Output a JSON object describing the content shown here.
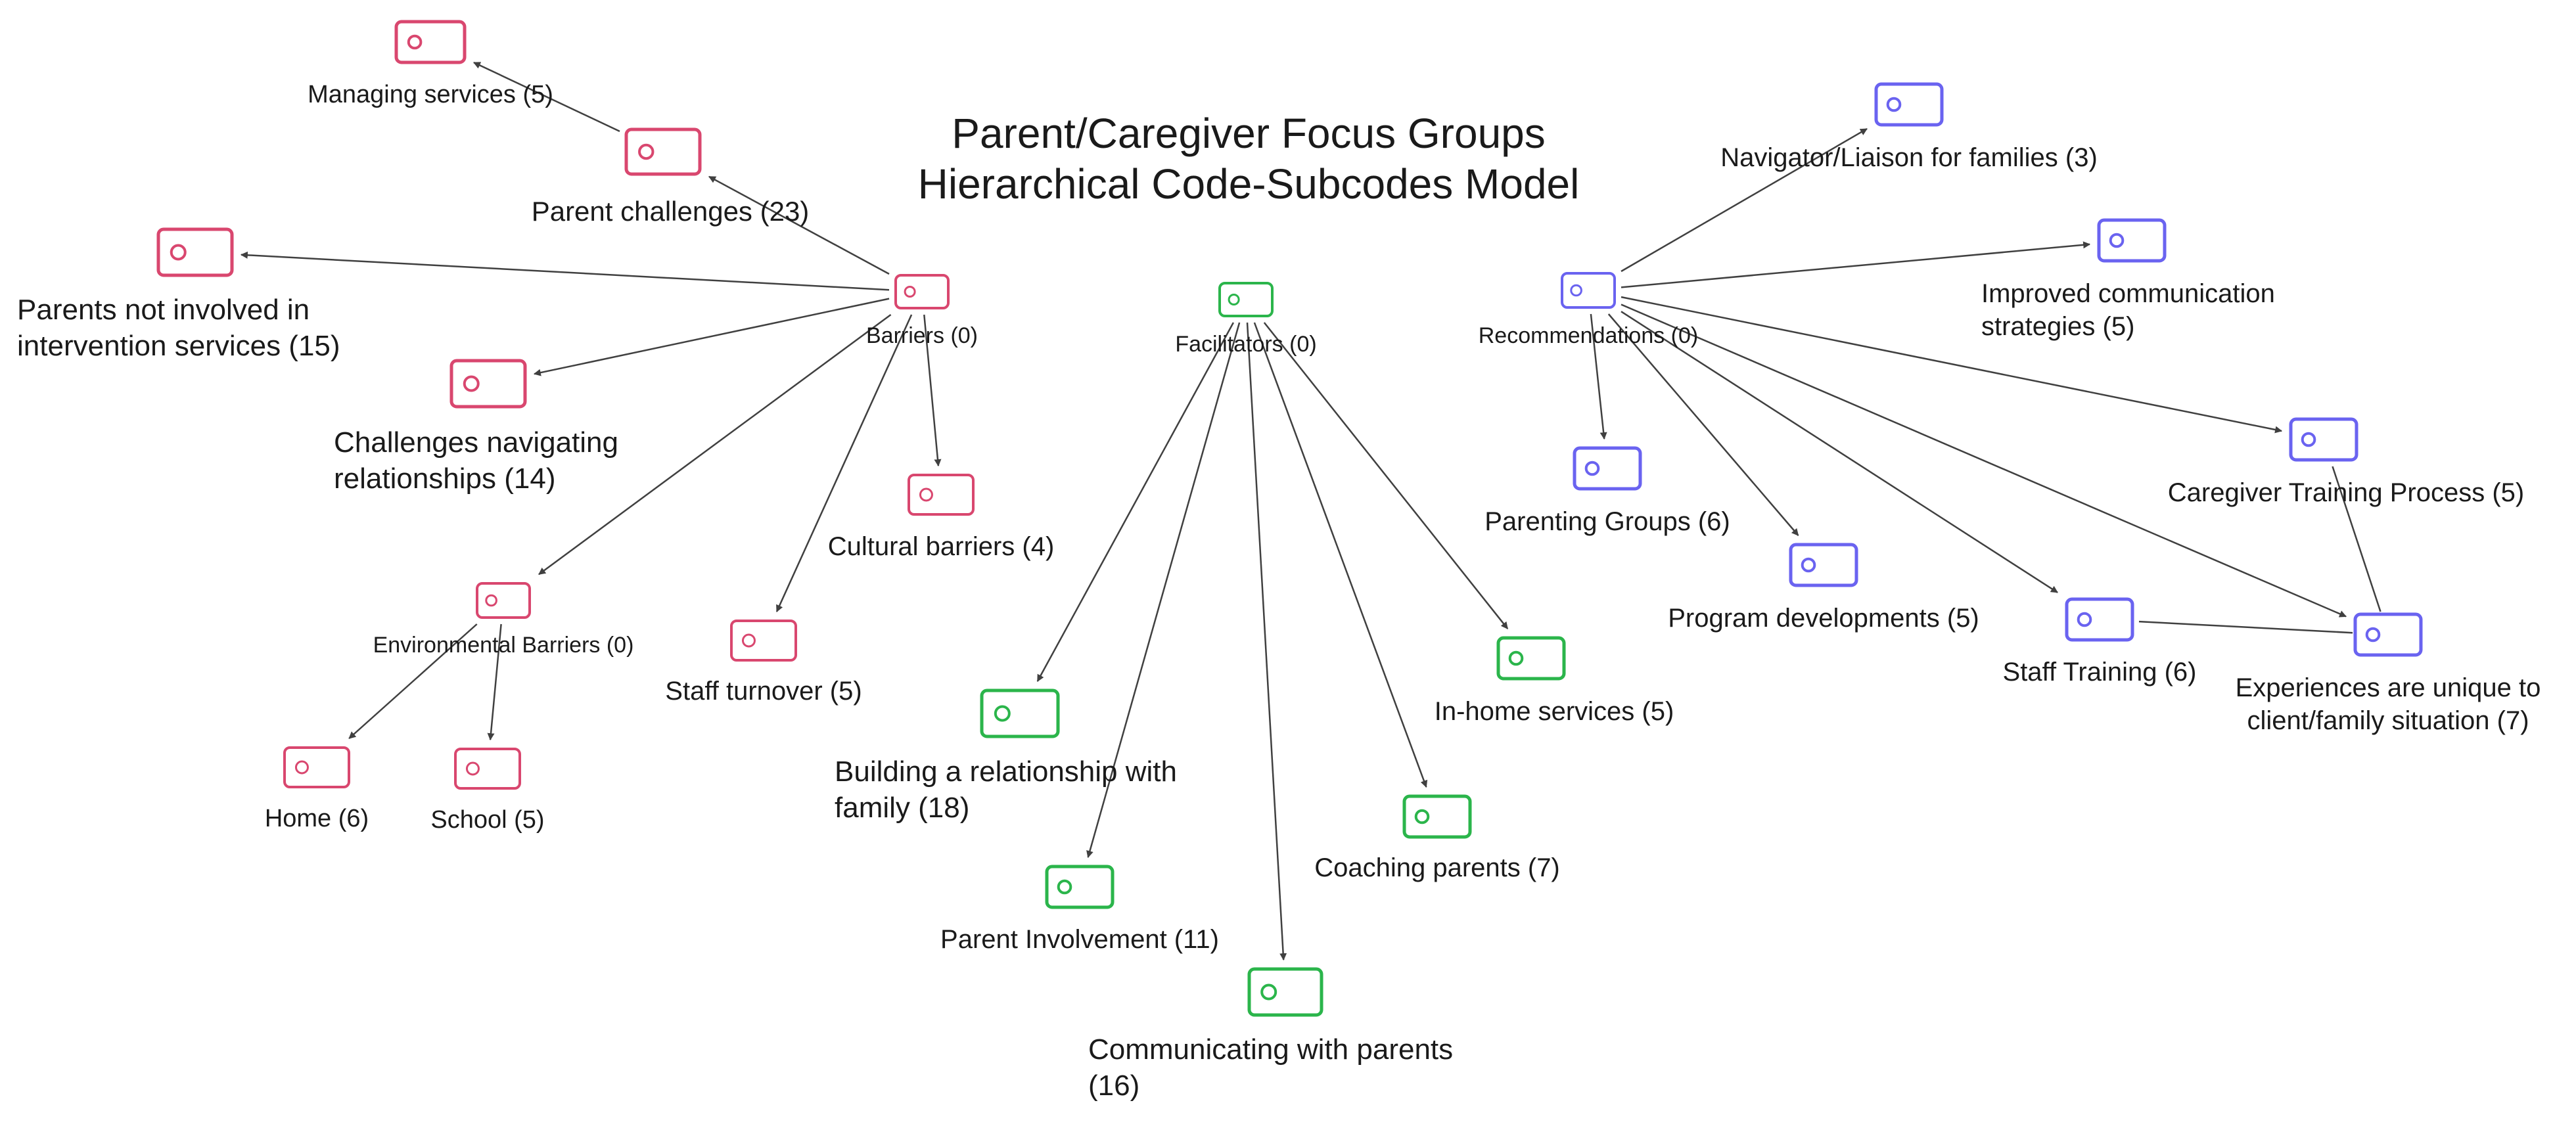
{
  "title": {
    "line1": "Parent/Caregiver Focus Groups",
    "line2": "Hierarchical Code-Subcodes Model"
  },
  "colors": {
    "barriers": "#d9476f",
    "facilitators": "#2bb54b",
    "recommendations": "#6a63f0",
    "edge": "#404040"
  },
  "node_icon": "toggle-icon",
  "nodes": [
    {
      "id": "barriers",
      "group": "barriers",
      "lines": [
        "Barriers (0)"
      ]
    },
    {
      "id": "managing-services",
      "group": "barriers",
      "lines": [
        "Managing services (5)"
      ]
    },
    {
      "id": "parent-challenges",
      "group": "barriers",
      "lines": [
        "Parent challenges (23)"
      ]
    },
    {
      "id": "parents-not-involved",
      "group": "barriers",
      "lines": [
        "Parents not involved in",
        "intervention services  (15)"
      ]
    },
    {
      "id": "challenges-navigating",
      "group": "barriers",
      "lines": [
        "Challenges navigating",
        "relationships (14)"
      ]
    },
    {
      "id": "cultural-barriers",
      "group": "barriers",
      "lines": [
        "Cultural barriers (4)"
      ]
    },
    {
      "id": "staff-turnover",
      "group": "barriers",
      "lines": [
        "Staff turnover (5)"
      ]
    },
    {
      "id": "environmental-barriers",
      "group": "barriers",
      "lines": [
        "Environmental Barriers (0)"
      ]
    },
    {
      "id": "home",
      "group": "barriers",
      "lines": [
        "Home (6)"
      ]
    },
    {
      "id": "school",
      "group": "barriers",
      "lines": [
        "School (5)"
      ]
    },
    {
      "id": "facilitators",
      "group": "facilitators",
      "lines": [
        "Facilitators (0)"
      ]
    },
    {
      "id": "building-relationship",
      "group": "facilitators",
      "lines": [
        "Building a relationship with",
        "family (18)"
      ]
    },
    {
      "id": "parent-involvement",
      "group": "facilitators",
      "lines": [
        "Parent Involvement (11)"
      ]
    },
    {
      "id": "communicating-parents",
      "group": "facilitators",
      "lines": [
        "Communicating with parents",
        "(16)"
      ]
    },
    {
      "id": "coaching-parents",
      "group": "facilitators",
      "lines": [
        "Coaching parents (7)"
      ]
    },
    {
      "id": "in-home-services",
      "group": "facilitators",
      "lines": [
        "In-home services (5)"
      ]
    },
    {
      "id": "recommendations",
      "group": "recommendations",
      "lines": [
        "Recommendations (0)"
      ]
    },
    {
      "id": "navigator-liaison",
      "group": "recommendations",
      "lines": [
        "Navigator/Liaison for families (3)"
      ]
    },
    {
      "id": "improved-communication",
      "group": "recommendations",
      "lines": [
        "Improved communication",
        "strategies (5)"
      ]
    },
    {
      "id": "caregiver-training",
      "group": "recommendations",
      "lines": [
        "Caregiver Training Process (5)"
      ]
    },
    {
      "id": "parenting-groups",
      "group": "recommendations",
      "lines": [
        "Parenting Groups (6)"
      ]
    },
    {
      "id": "program-developments",
      "group": "recommendations",
      "lines": [
        "Program developments (5)"
      ]
    },
    {
      "id": "staff-training",
      "group": "recommendations",
      "lines": [
        "Staff Training (6)"
      ]
    },
    {
      "id": "experiences-unique",
      "group": "recommendations",
      "lines": [
        "Experiences are unique to",
        "client/family situation (7)"
      ]
    }
  ],
  "edges": [
    {
      "from": "parent-challenges",
      "to": "managing-services",
      "arrow": true
    },
    {
      "from": "barriers",
      "to": "parent-challenges",
      "arrow": true
    },
    {
      "from": "barriers",
      "to": "parents-not-involved",
      "arrow": true
    },
    {
      "from": "barriers",
      "to": "challenges-navigating",
      "arrow": true
    },
    {
      "from": "barriers",
      "to": "environmental-barriers",
      "arrow": true
    },
    {
      "from": "barriers",
      "to": "staff-turnover",
      "arrow": true
    },
    {
      "from": "barriers",
      "to": "cultural-barriers",
      "arrow": true
    },
    {
      "from": "environmental-barriers",
      "to": "home",
      "arrow": true
    },
    {
      "from": "environmental-barriers",
      "to": "school",
      "arrow": true
    },
    {
      "from": "facilitators",
      "to": "building-relationship",
      "arrow": true
    },
    {
      "from": "facilitators",
      "to": "parent-involvement",
      "arrow": true
    },
    {
      "from": "facilitators",
      "to": "communicating-parents",
      "arrow": true
    },
    {
      "from": "facilitators",
      "to": "coaching-parents",
      "arrow": true
    },
    {
      "from": "facilitators",
      "to": "in-home-services",
      "arrow": true
    },
    {
      "from": "recommendations",
      "to": "navigator-liaison",
      "arrow": true
    },
    {
      "from": "recommendations",
      "to": "improved-communication",
      "arrow": true
    },
    {
      "from": "recommendations",
      "to": "caregiver-training",
      "arrow": true
    },
    {
      "from": "recommendations",
      "to": "parenting-groups",
      "arrow": true
    },
    {
      "from": "recommendations",
      "to": "program-developments",
      "arrow": true
    },
    {
      "from": "recommendations",
      "to": "staff-training",
      "arrow": true
    },
    {
      "from": "recommendations",
      "to": "experiences-unique",
      "arrow": true
    },
    {
      "from": "staff-training",
      "to": "experiences-unique",
      "arrow": false
    },
    {
      "from": "caregiver-training",
      "to": "experiences-unique",
      "arrow": false
    }
  ]
}
